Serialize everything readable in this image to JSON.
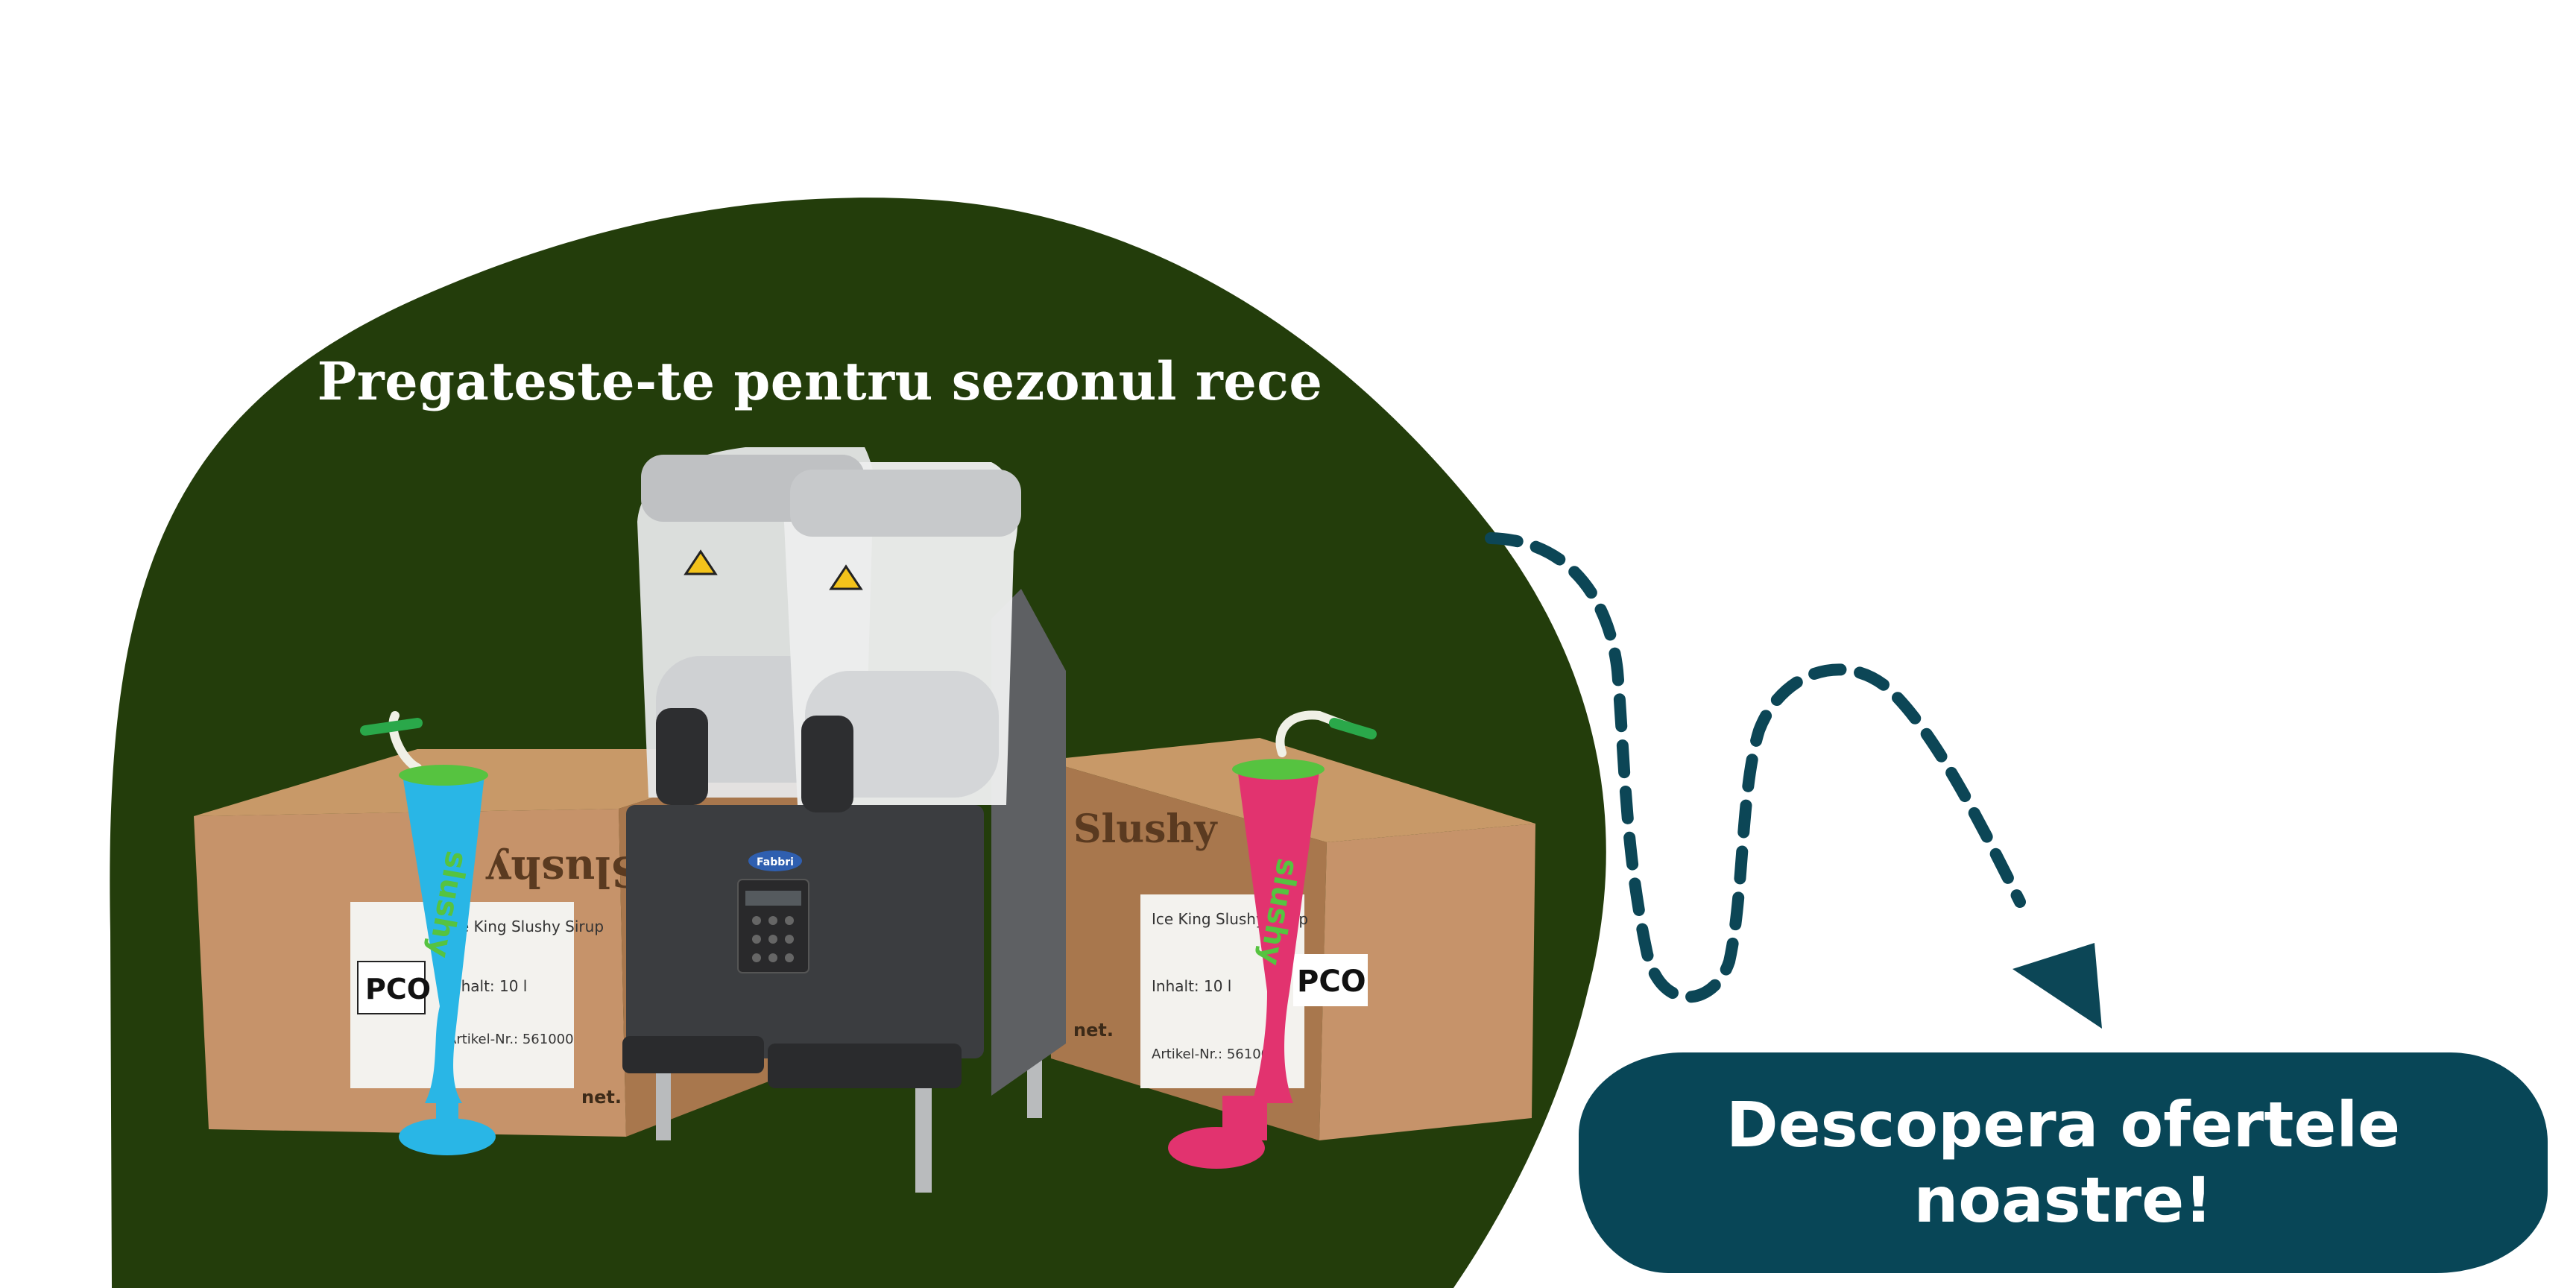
{
  "headline": "Pregateste-te pentru sezonul rece",
  "cta": {
    "line1": "Descopera ofertele",
    "line2": "noastre!"
  },
  "logos": {
    "machine_brand": "Fabbri",
    "box_brand": "PCO",
    "box_product": "Slushy",
    "cup_brand": "slushy"
  },
  "labels": {
    "syrup": "Ice King Slushy Sirup",
    "volume": "Inhalt: 10 l",
    "net": "net.",
    "article": "Artikel-Nr.: 561000"
  },
  "colors": {
    "blob": "#233d0b",
    "cta": "#084657",
    "arrow": "#0c4656",
    "cup_blue": "#29b6e6",
    "cup_pink": "#e2336f",
    "cup_green": "#56c340"
  },
  "icons": {
    "arrow": "dashed-curved-arrow",
    "warning": "warning-triangle"
  }
}
